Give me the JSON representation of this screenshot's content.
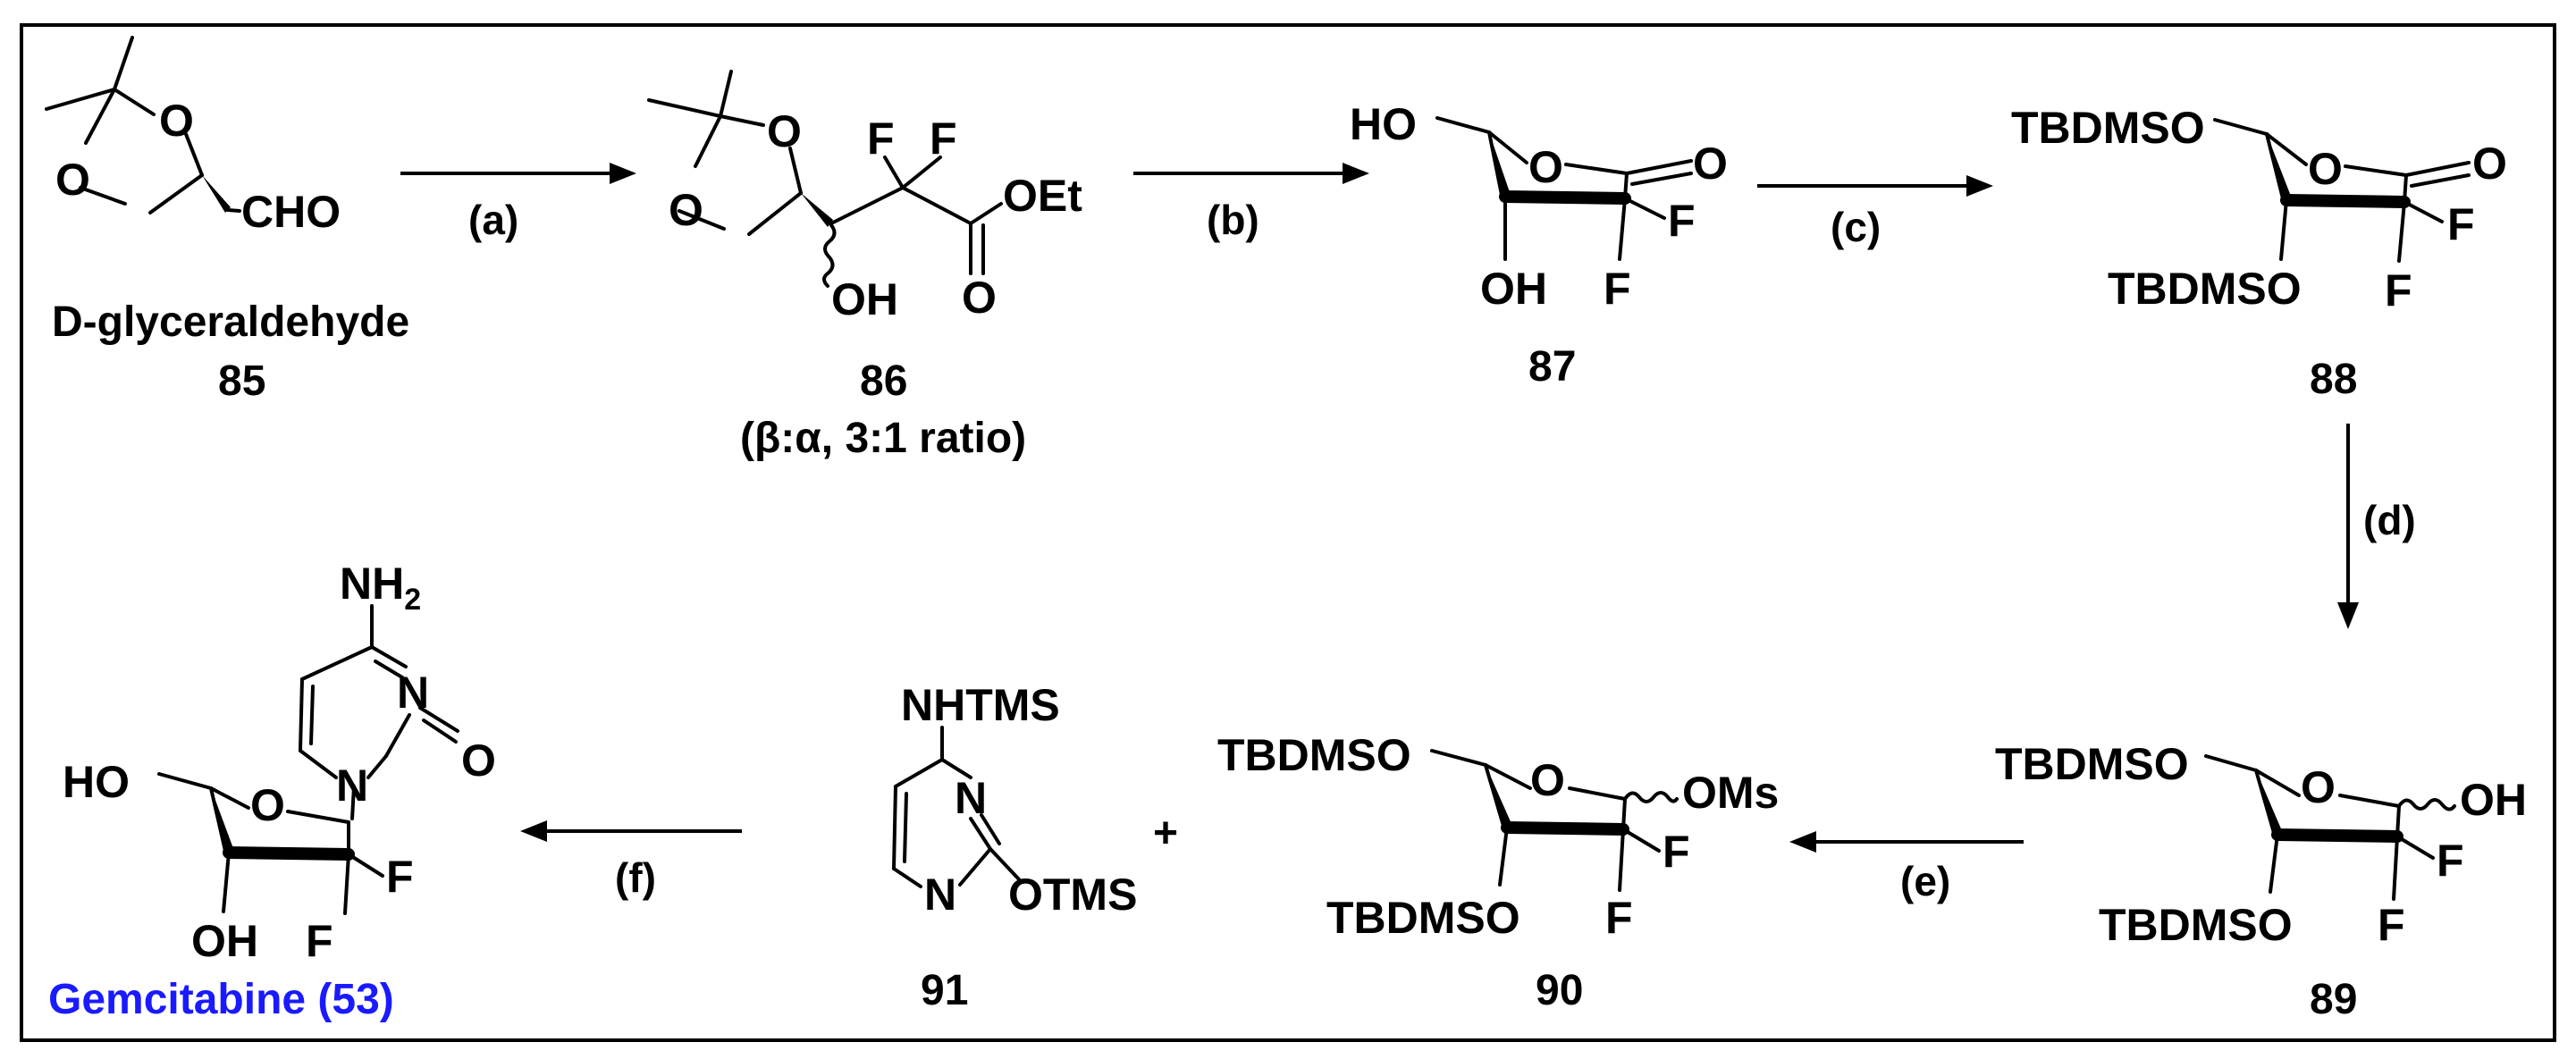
{
  "compounds": {
    "c85": {
      "name": "D-glyceraldehyde",
      "number": "85",
      "cho": "CHO",
      "o1": "O",
      "o2": "O"
    },
    "c86": {
      "number": "86",
      "note": "(β:α, 3:1 ratio)",
      "o1": "O",
      "o2": "O",
      "f1": "F",
      "f2": "F",
      "oet": "OEt",
      "oh": "OH",
      "o_carbonyl": "O"
    },
    "c87": {
      "number": "87",
      "ho": "HO",
      "o_ring": "O",
      "o_carbonyl": "O",
      "oh": "OH",
      "f1": "F",
      "f2": "F"
    },
    "c88": {
      "number": "88",
      "tbdmso_top": "TBDMSO",
      "tbdmso_bottom": "TBDMSO",
      "o_ring": "O",
      "o_carbonyl": "O",
      "f1": "F",
      "f2": "F"
    },
    "c89": {
      "number": "89",
      "tbdmso_top": "TBDMSO",
      "tbdmso_bottom": "TBDMSO",
      "o_ring": "O",
      "oh": "OH",
      "f1": "F",
      "f2": "F"
    },
    "c90": {
      "number": "90",
      "tbdmso_top": "TBDMSO",
      "tbdmso_bottom": "TBDMSO",
      "o_ring": "O",
      "oms": "OMs",
      "f1": "F",
      "f2": "F"
    },
    "c91": {
      "number": "91",
      "nhtms": "NHTMS",
      "n1": "N",
      "n2": "N",
      "otms": "OTMS"
    },
    "gemcitabine": {
      "label": "Gemcitabine (53)",
      "nh2": "NH",
      "sub2": "2",
      "n1": "N",
      "n3": "N",
      "o_carbonyl": "O",
      "ho": "HO",
      "o_ring": "O",
      "oh": "OH",
      "f1": "F",
      "f2": "F"
    }
  },
  "plus": "+",
  "conditions": {
    "a": "(a)",
    "b": "(b)",
    "c": "(c)",
    "d": "(d)",
    "e": "(e)",
    "f": "(f)"
  },
  "colors": {
    "label_blue": "#1a1aff",
    "ink": "#000000",
    "frame": "#000000"
  }
}
